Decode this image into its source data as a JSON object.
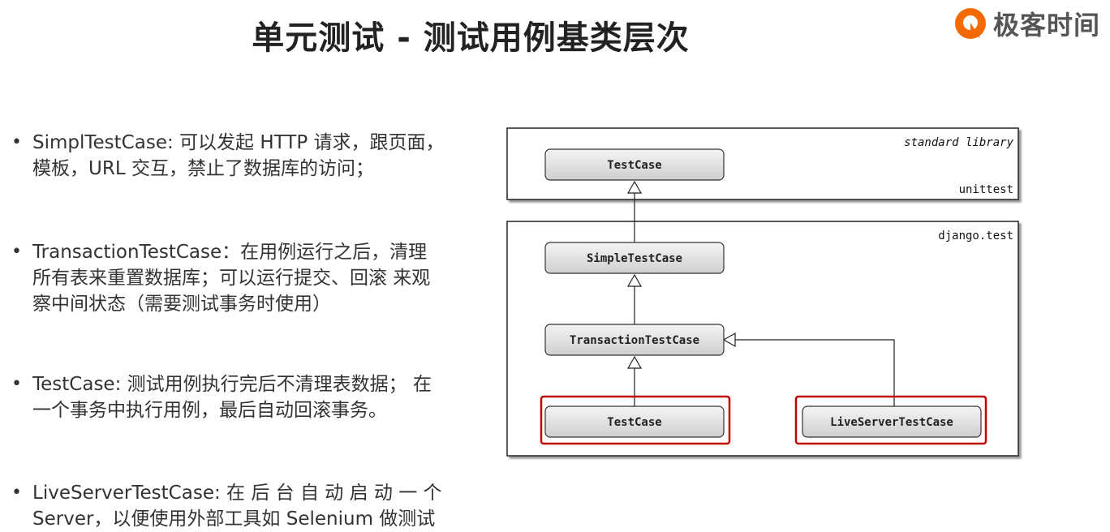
{
  "title": "单元测试 - 测试用例基类层次",
  "logo": {
    "text": "极客时间",
    "icon": "geektime-logo-icon",
    "color": "#f56a00"
  },
  "bullets": [
    {
      "lines": [
        "SimplTestCase: 可以发起  HTTP  请求，跟页面，",
        "模板，URL 交互，禁止了数据库的访问；"
      ]
    },
    {
      "lines": [
        "TransactionTestCase：在用例运行之后，清理",
        "所有表来重置数据库；可以运行提交、回滚  来观",
        "察中间状态（需要测试事务时使用）"
      ]
    },
    {
      "lines": [
        "TestCase: 测试用例执行完后不清理表数据；  在",
        "一个事务中执行用例，最后自动回滚事务。"
      ]
    },
    {
      "lines": [
        "LiveServerTestCase:  在 后 台 自 动 启 动 一 个",
        "Server，以便使用外部工具如 Selenium 做测试"
      ]
    }
  ],
  "diagram": {
    "packages": {
      "standard_library": {
        "label": "standard library",
        "sub_label": "unittest"
      },
      "django_test": {
        "label": "django.test"
      }
    },
    "nodes": {
      "unittest_testcase": "TestCase",
      "simple_testcase": "SimpleTestCase",
      "transaction_testcase": "TransactionTestCase",
      "django_testcase": "TestCase",
      "liveserver_testcase": "LiveServerTestCase"
    },
    "highlight_color": "#c00000"
  }
}
